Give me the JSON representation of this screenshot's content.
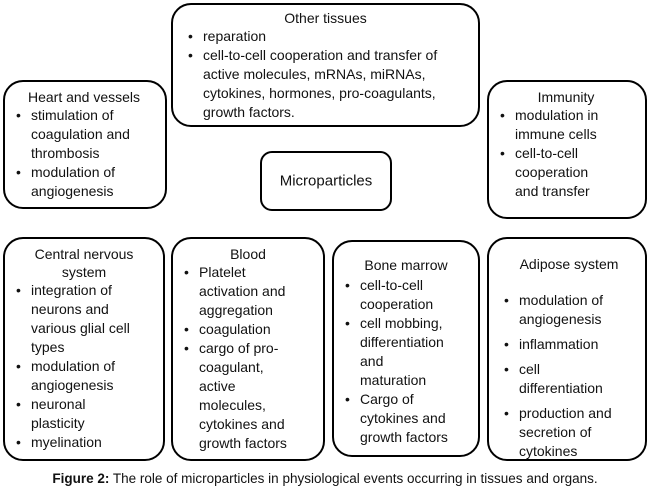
{
  "center": {
    "label": "Microparticles"
  },
  "boxes": {
    "other_tissues": {
      "title": "Other tissues",
      "items": [
        "reparation",
        "cell-to-cell cooperation and transfer of\nactive molecules, mRNAs, miRNAs,\ncytokines, hormones, pro-coagulants,\ngrowth factors."
      ]
    },
    "heart_vessels": {
      "title": "Heart and vessels",
      "items": [
        "stimulation of\ncoagulation and\nthrombosis",
        "modulation of\nangiogenesis"
      ]
    },
    "immunity": {
      "title": "Immunity",
      "items": [
        "modulation in\nimmune cells",
        "cell-to-cell\ncooperation\nand transfer"
      ]
    },
    "cns": {
      "title": "Central nervous\nsystem",
      "items": [
        "integration of\nneurons and\nvarious glial cell\ntypes",
        "modulation of\nangiogenesis",
        "neuronal\nplasticity",
        "myelination"
      ]
    },
    "blood": {
      "title": "Blood",
      "items": [
        "Platelet\nactivation and\naggregation",
        "coagulation",
        "cargo of pro-\ncoagulant,\nactive\nmolecules,\ncytokines and\ngrowth factors"
      ]
    },
    "bone_marrow": {
      "title": "Bone marrow",
      "items": [
        "cell-to-cell\ncooperation",
        "cell mobbing,\ndifferentiation\nand\nmaturation",
        "Cargo of\ncytokines and\ngrowth factors"
      ]
    },
    "adipose": {
      "title": "Adipose system",
      "items": [
        "modulation of\nangiogenesis",
        "inflammation",
        "cell\ndifferentiation",
        "production and\nsecretion of\ncytokines"
      ]
    }
  },
  "caption": {
    "label": "Figure 2:",
    "text": " The role of microparticles in physiological events occurring in tissues and organs."
  }
}
